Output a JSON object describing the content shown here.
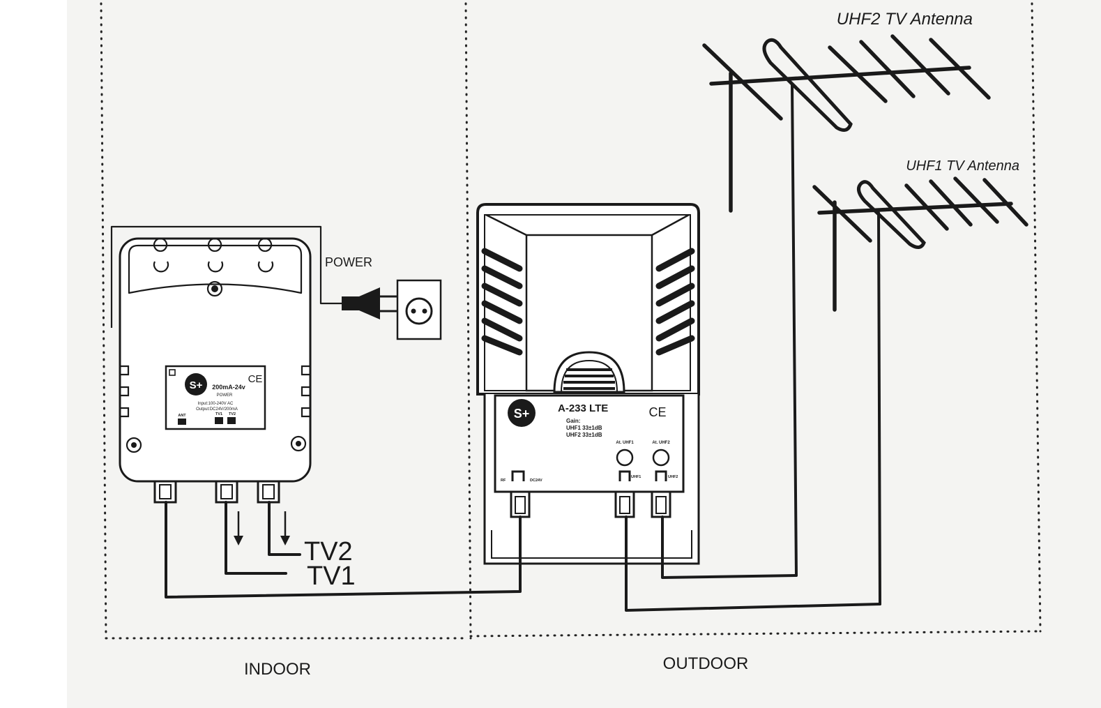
{
  "zones": {
    "indoor_label": "INDOOR",
    "outdoor_label": "OUTDOOR"
  },
  "power": {
    "label": "POWER"
  },
  "power_supply": {
    "rating": "200mA-24v",
    "power_label": "POWER",
    "input_spec": "Input:100-240V AC",
    "output_spec": "Output:DC24V/200mA",
    "port_ant": "ANT",
    "port_tv1": "TV1",
    "port_tv2": "TV2",
    "ce_mark": "CE",
    "logo_text": "S+"
  },
  "amplifier": {
    "model": "A-233 LTE",
    "gain_label": "Gain:",
    "gain_uhf1": "UHF1  33±1dB",
    "gain_uhf2": "UHF2  33±1dB",
    "att_uhf1": "At. UHF1",
    "att_uhf2": "At. UHF2",
    "port_rf": "RF",
    "port_dc": "DC24V",
    "port_uhf1": "UHF1",
    "port_uhf2": "UHF2",
    "ce_mark": "CE",
    "logo_text": "S+"
  },
  "antennas": {
    "uhf2_label": "UHF2  TV Antenna",
    "uhf1_label": "UHF1  TV Antenna"
  },
  "outputs": {
    "tv2_label": "TV2",
    "tv1_label": "TV1"
  }
}
